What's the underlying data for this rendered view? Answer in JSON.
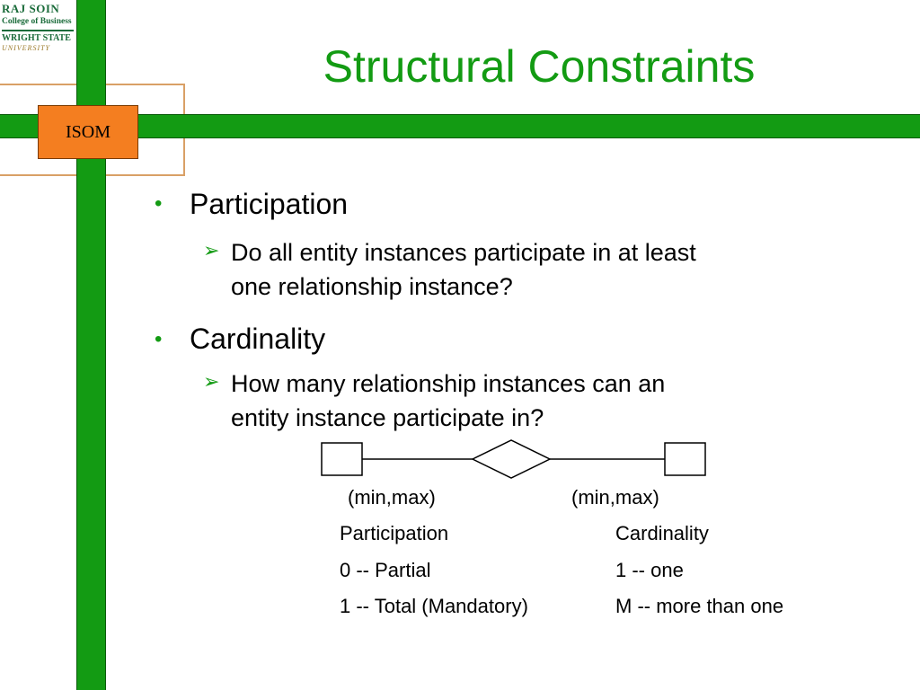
{
  "slide": {
    "title": "Structural Constraints",
    "badge": "ISOM",
    "logo": {
      "line1": "RAJ SOIN",
      "line2": "College of Business",
      "line3": "WRIGHT STATE",
      "line4": "UNIVERSITY"
    },
    "bullets": [
      {
        "label": "Participation",
        "sub": [
          "Do all entity instances participate in at least",
          "one relationship instance?"
        ]
      },
      {
        "label": "Cardinality",
        "sub": [
          "How many relationship instances can an",
          "entity instance participate in?"
        ]
      }
    ],
    "diagram": {
      "left_label": "(min,max)",
      "right_label": "(min,max)"
    },
    "table": {
      "col1_header": "Participation",
      "col2_header": "Cardinality",
      "rows": [
        [
          "0 -- Partial",
          "1 -- one"
        ],
        [
          "1 -- Total (Mandatory)",
          "M -- more than one"
        ]
      ]
    },
    "colors": {
      "accent": "#139b13",
      "badge": "#f47e20",
      "frame_line": "#d9a066"
    }
  }
}
